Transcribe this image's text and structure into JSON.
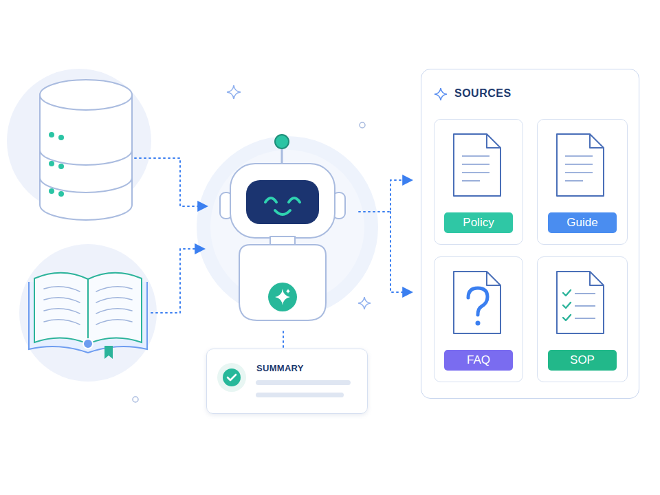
{
  "diagram": {
    "nodes": [
      {
        "text": [
          "SOURCES"
        ]
      },
      {
        "text": [
          "Policy"
        ],
        "in": 0
      },
      {
        "text": [
          "Guide"
        ],
        "in": 0
      },
      {
        "text": [
          "FAQ"
        ],
        "in": 0
      },
      {
        "text": [
          "SOP"
        ],
        "in": 0
      },
      {
        "text": [
          "SUMMARY"
        ]
      }
    ]
  }
}
